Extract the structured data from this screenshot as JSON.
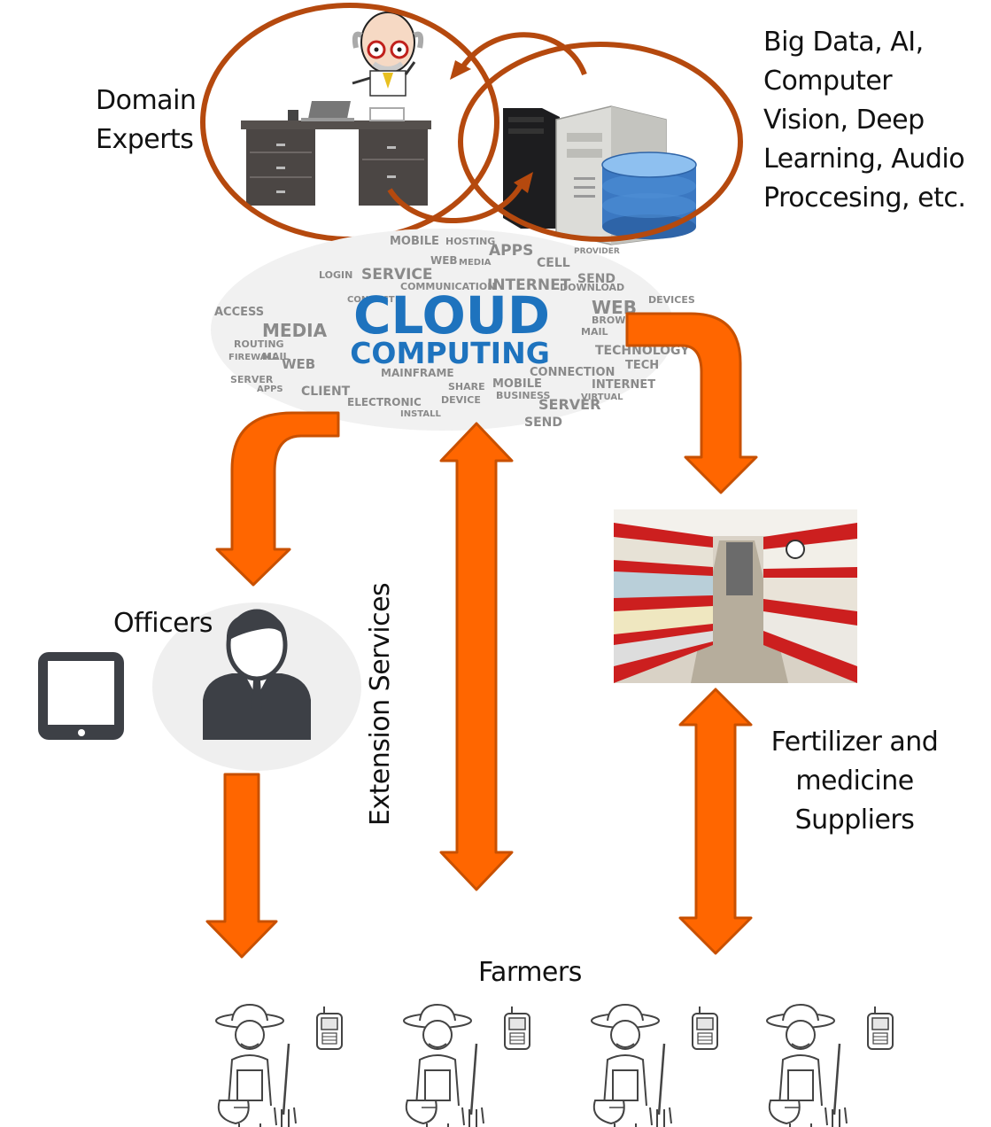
{
  "labels": {
    "domain_experts": [
      "Domain",
      "Experts"
    ],
    "big_data": [
      "Big Data, AI,",
      "Computer",
      "Vision, Deep",
      "Learning, Audio",
      "Proccesing, etc."
    ],
    "officers": "Officers",
    "extension_services": "Extension Services",
    "fertilizer_suppliers": [
      "Fertilizer and",
      "medicine",
      "Suppliers"
    ],
    "farmers": "Farmers"
  },
  "cloud": {
    "title_line1": "CLOUD",
    "title_line2": "COMPUTING",
    "words": [
      "MOBILE",
      "HOSTING",
      "APPS",
      "WEB",
      "MEDIA",
      "CELL",
      "PROVIDER",
      "SERVICE",
      "LOGIN",
      "CONNECT",
      "SEND",
      "COMMUNICATION",
      "INTERNET",
      "DOWNLOAD",
      "WEB",
      "DEVICES",
      "ACCESS",
      "BROWSER",
      "MEDIA",
      "MAIL",
      "TECHNOLOGY",
      "ROUTING",
      "FIREWALL",
      "MAIL",
      "TECH",
      "WEB",
      "SERVER",
      "MAINFRAME",
      "CONNECTION",
      "CLIENT",
      "SHARE",
      "MOBILE",
      "INTERNET",
      "APPS",
      "BUSINESS",
      "VIRTUAL",
      "ELECTRONIC",
      "DEVICE",
      "SERVER",
      "INSTALL",
      "SEND"
    ]
  },
  "colors": {
    "arrow_fill": "#ff6600",
    "arrow_stroke": "#c85000",
    "ring": "#b5490e",
    "cloud_blue": "#1e73be",
    "cloud_text": "#8a8a8a",
    "icon_dark": "#3d4046",
    "shelf_red": "#cc1f1f"
  },
  "icons": [
    "desk-icon",
    "scientist-icon",
    "server-icon",
    "database-icon",
    "tablet-icon",
    "officer-avatar-icon",
    "store-shelves-image",
    "farmer-icon",
    "mobile-phone-icon"
  ]
}
